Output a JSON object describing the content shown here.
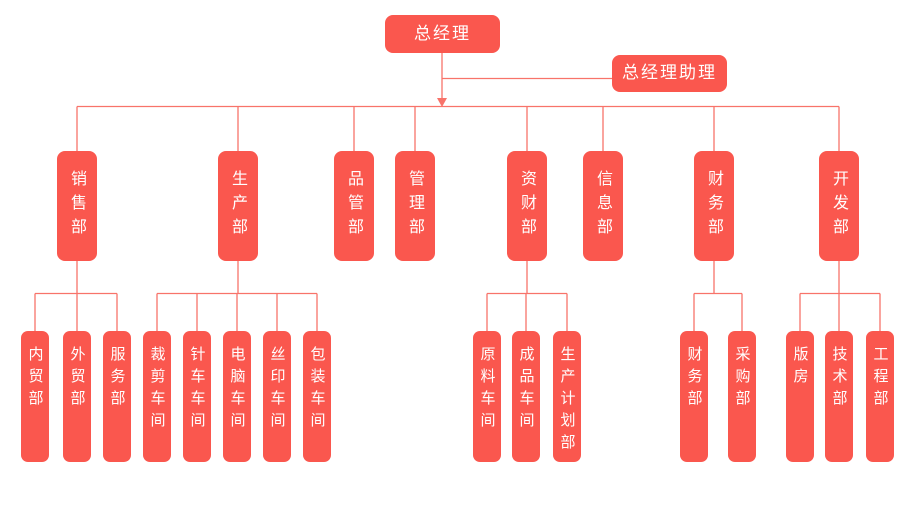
{
  "colors": {
    "node_fill": "#fa574e",
    "node_text": "#ffffff",
    "connector": "#f8736a",
    "background": "#ffffff"
  },
  "org": {
    "root": {
      "label": "总经理"
    },
    "assistant": {
      "label": "总经理助理"
    },
    "departments": [
      {
        "label": "销售部",
        "children": [
          {
            "label": "内贸部"
          },
          {
            "label": "外贸部"
          },
          {
            "label": "服务部"
          }
        ]
      },
      {
        "label": "生产部",
        "children": [
          {
            "label": "裁剪车间"
          },
          {
            "label": "针车车间"
          },
          {
            "label": "电脑车间"
          },
          {
            "label": "丝印车间"
          },
          {
            "label": "包装车间"
          }
        ]
      },
      {
        "label": "品管部",
        "children": []
      },
      {
        "label": "管理部",
        "children": []
      },
      {
        "label": "资财部",
        "children": [
          {
            "label": "原料车间"
          },
          {
            "label": "成品车间"
          },
          {
            "label": "生产计划部"
          }
        ]
      },
      {
        "label": "信息部",
        "children": []
      },
      {
        "label": "财务部",
        "children": [
          {
            "label": "财务部"
          },
          {
            "label": "采购部"
          }
        ]
      },
      {
        "label": "开发部",
        "children": [
          {
            "label": "版房"
          },
          {
            "label": "技术部"
          },
          {
            "label": "工程部"
          }
        ]
      }
    ]
  }
}
